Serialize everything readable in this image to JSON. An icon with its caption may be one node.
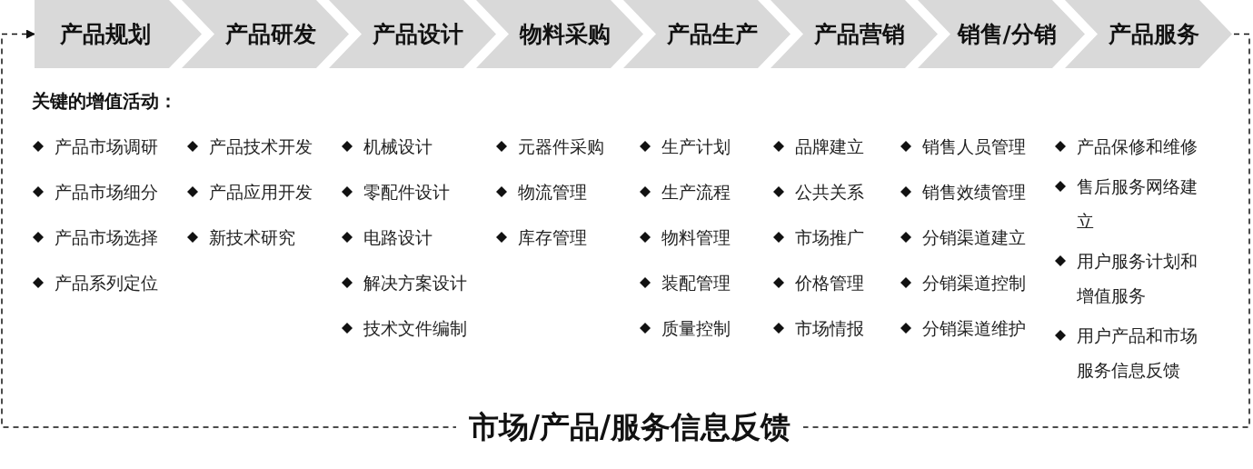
{
  "diagram": {
    "nodes": [
      {
        "text": [
          "产品规划"
        ],
        "beside": [
          "产品市场调研",
          "产品市场细分",
          "产品市场选择",
          "产品系列定位"
        ]
      },
      {
        "text": [
          "产品研发"
        ],
        "beside": [
          "产品技术开发",
          "产品应用开发",
          "新技术研究"
        ]
      },
      {
        "text": [
          "产品设计"
        ],
        "beside": [
          "机械设计",
          "零配件设计",
          "电路设计",
          "解决方案设计",
          "技术文件编制"
        ]
      },
      {
        "text": [
          "物料采购"
        ],
        "beside": [
          "元器件采购",
          "物流管理",
          "库存管理"
        ]
      },
      {
        "text": [
          "产品生产"
        ],
        "beside": [
          "生产计划",
          "生产流程",
          "物料管理",
          "装配管理",
          "质量控制"
        ]
      },
      {
        "text": [
          "产品营销"
        ],
        "beside": [
          "品牌建立",
          "公共关系",
          "市场推广",
          "价格管理",
          "市场情报"
        ]
      },
      {
        "text": [
          "销售/分销"
        ],
        "beside": [
          "销售人员管理",
          "销售效绩管理",
          "分销渠道建立",
          "分销渠道控制",
          "分销渠道维护"
        ]
      },
      {
        "text": [
          "产品服务"
        ],
        "beside": [
          "产品保修和维修",
          "售后服务网络建立",
          "用户服务计划和增值服务",
          "用户产品和市场服务信息反馈"
        ]
      }
    ],
    "edges": [
      {
        "from": 7,
        "to": 0,
        "arrow": "to",
        "style": "dashed",
        "label": "市场/产品/服务信息反馈"
      }
    ],
    "labels": [
      "关键的增值活动："
    ]
  }
}
